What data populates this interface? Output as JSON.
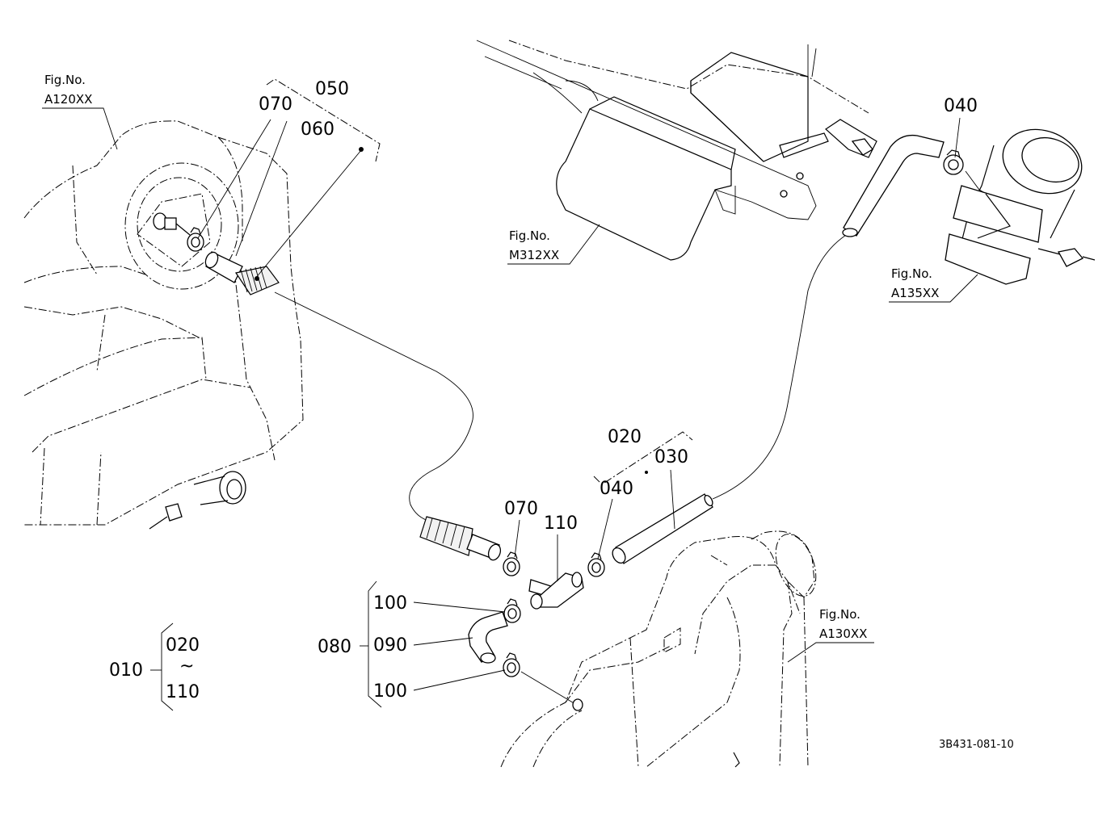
{
  "figure_refs": {
    "a120": {
      "line1": "Fig.No.",
      "line2": "A120XX"
    },
    "m312": {
      "line1": "Fig.No.",
      "line2": "M312XX"
    },
    "a135": {
      "line1": "Fig.No.",
      "line2": "A135XX"
    },
    "a130": {
      "line1": "Fig.No.",
      "line2": "A130XX"
    }
  },
  "parts": {
    "p010": "010",
    "p020_top": "020",
    "p020_range": "020",
    "range_sep": "~",
    "p110_range": "110",
    "p030": "030",
    "p040_top": "040",
    "p040_mid": "040",
    "p050": "050",
    "p060": "060",
    "p070_top": "070",
    "p070_mid": "070",
    "p080": "080",
    "p090": "090",
    "p100_upper": "100",
    "p100_lower": "100",
    "p110": "110"
  },
  "drawing_code": "3B431-081-10"
}
